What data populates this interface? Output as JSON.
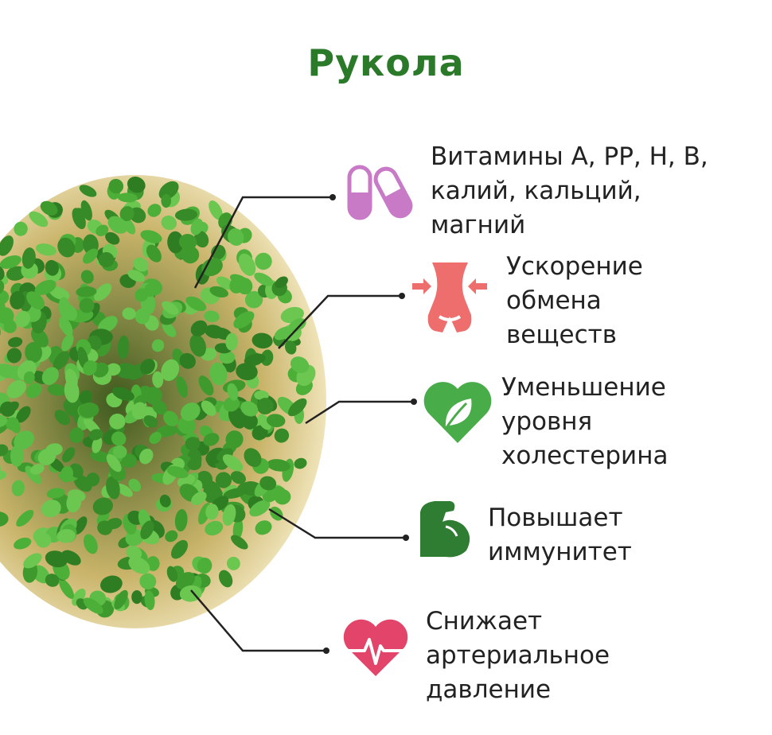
{
  "title": "Рукола",
  "colors": {
    "title": "#2a7a2a",
    "vitamins_icon": "#c97ac6",
    "metabolism_icon": "#ee6e6e",
    "cholesterol_icon": "#48ad48",
    "immunity_icon": "#2e7d32",
    "pressure_icon": "#e34469",
    "line": "#222222"
  },
  "benefits": [
    {
      "icon": "capsules-icon",
      "lines": [
        "Витамины А, РР, Н, В,",
        "калий, кальций,",
        "магний"
      ]
    },
    {
      "icon": "waist-icon",
      "lines": [
        "Ускорение",
        "обмена",
        "веществ"
      ]
    },
    {
      "icon": "heart-leaf-icon",
      "lines": [
        "Уменьшение",
        "уровня",
        "холестерина"
      ]
    },
    {
      "icon": "muscle-arm-icon",
      "lines": [
        "Повышает",
        "иммунитет"
      ]
    },
    {
      "icon": "heart-pulse-icon",
      "lines": [
        "Снижает",
        "артериальное",
        "давление"
      ]
    }
  ]
}
